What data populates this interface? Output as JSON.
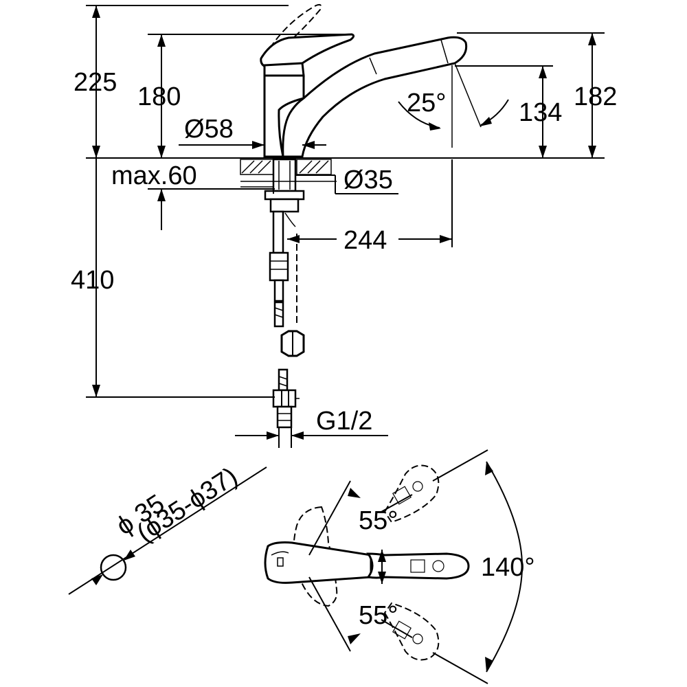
{
  "dimensions": {
    "total_height": "225",
    "lever_height": "180",
    "base_diameter": "Ø58",
    "spout_height": "182",
    "outlet_height": "134",
    "spray_angle": "25°",
    "max_thickness": "max.60",
    "hole_diameter": "Ø35",
    "reach": "244",
    "hose_length": "410",
    "connection": "G1/2"
  },
  "hole_spec": {
    "line1": "ϕ 35",
    "line2": "(ϕ35-ϕ37)"
  },
  "lever_rotation": {
    "upper_angle": "55°",
    "lower_angle": "55°",
    "total_angle": "140°"
  },
  "icons": [
    "faucet-side-view",
    "mounting-hole-circle",
    "lever-top-view"
  ]
}
